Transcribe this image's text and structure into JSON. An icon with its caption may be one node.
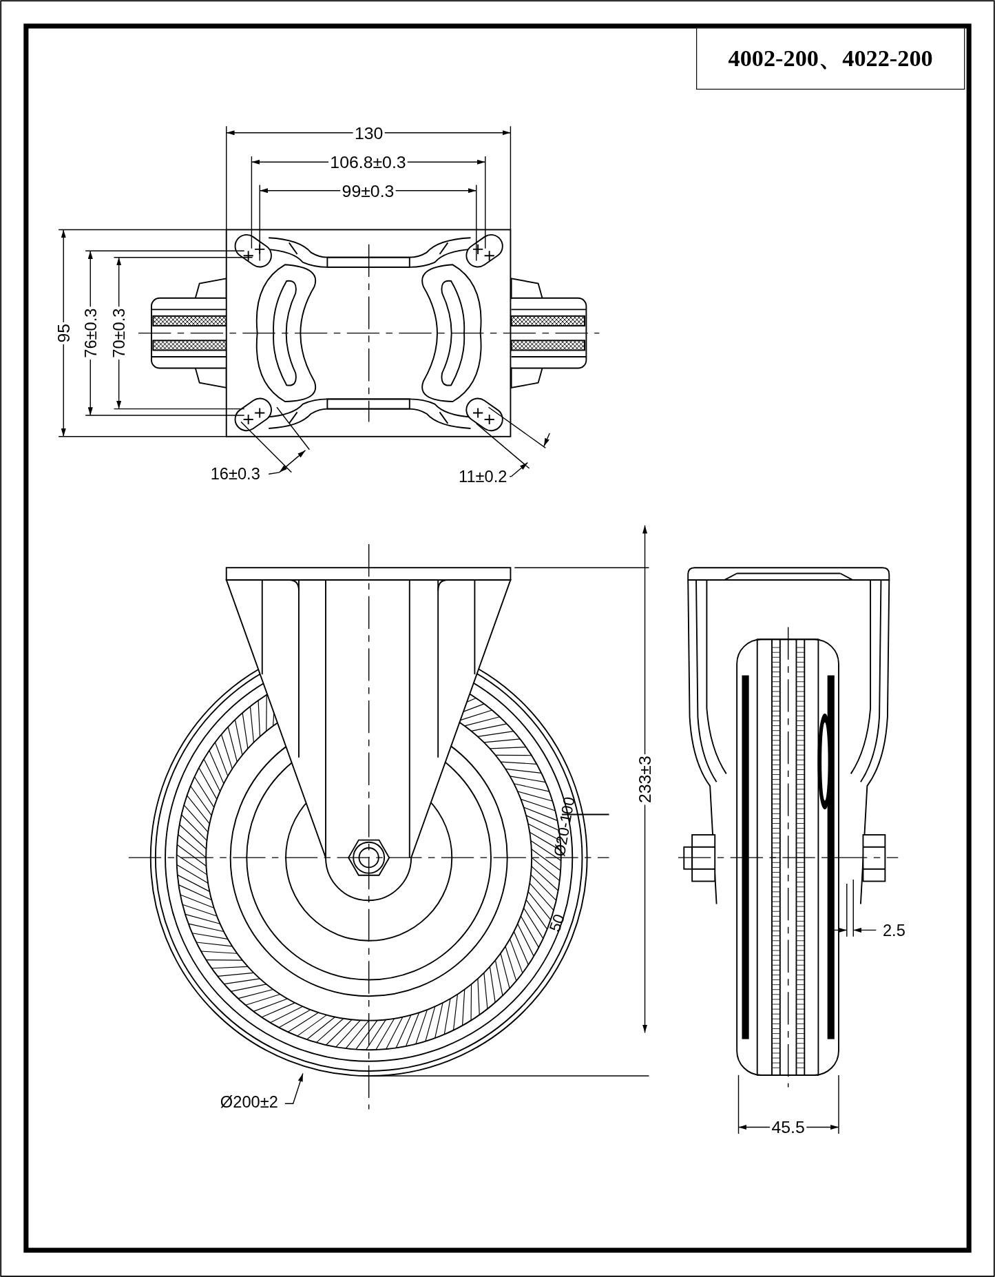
{
  "diagram": {
    "title": "4002-200、4022-200",
    "labels": [
      "130",
      "106.8±0.3",
      "99±0.3",
      "95",
      "76±0.3",
      "70±0.3",
      "16±0.3",
      "11±0.2",
      "233±3",
      "Ø20-100",
      "50",
      "2.5",
      "Ø200±2",
      "45.5"
    ]
  }
}
